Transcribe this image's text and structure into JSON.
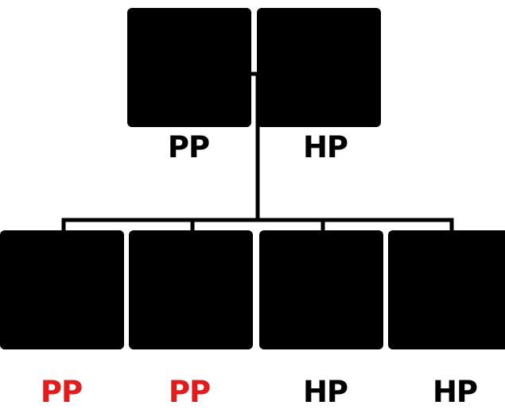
{
  "colors": {
    "normal_label": "#000000",
    "highlight_label": "#e31b1b",
    "line": "#000000"
  },
  "parents": [
    {
      "genotype": "PP",
      "color": "#000000"
    },
    {
      "genotype": "HP",
      "color": "#000000"
    }
  ],
  "offspring": [
    {
      "genotype": "PP",
      "color": "#e31b1b"
    },
    {
      "genotype": "PP",
      "color": "#e31b1b"
    },
    {
      "genotype": "HP",
      "color": "#000000"
    },
    {
      "genotype": "HP",
      "color": "#000000"
    }
  ],
  "icons": {
    "animal": "goat-head-icon"
  }
}
